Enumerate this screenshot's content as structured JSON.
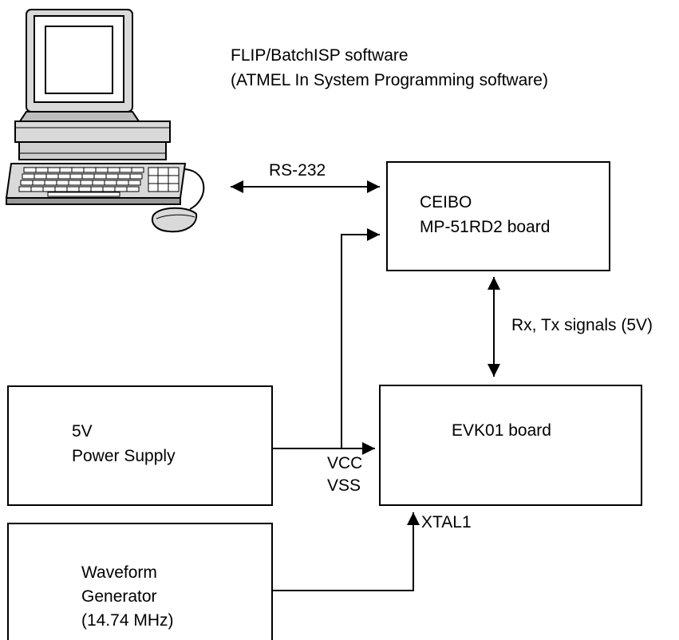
{
  "software": {
    "line1": "FLIP/BatchISP software",
    "line2": "(ATMEL In System Programming software)"
  },
  "links": {
    "rs232": "RS-232",
    "rx_tx": "Rx, Tx signals (5V)",
    "vcc": "VCC",
    "vss": "VSS",
    "xtal1": "XTAL1"
  },
  "blocks": {
    "ceibo": {
      "line1": "CEIBO",
      "line2": "MP-51RD2 board"
    },
    "evk01": {
      "line1": "EVK01 board"
    },
    "power": {
      "line1": "5V",
      "line2": "Power Supply"
    },
    "waveform": {
      "line1": "Waveform",
      "line2": "Generator",
      "line3": "(14.74 MHz)"
    }
  },
  "colors": {
    "line": "#000000",
    "background": "#ffffff",
    "computer_body": "#d9d9d9",
    "computer_dark": "#9a9a9a"
  }
}
